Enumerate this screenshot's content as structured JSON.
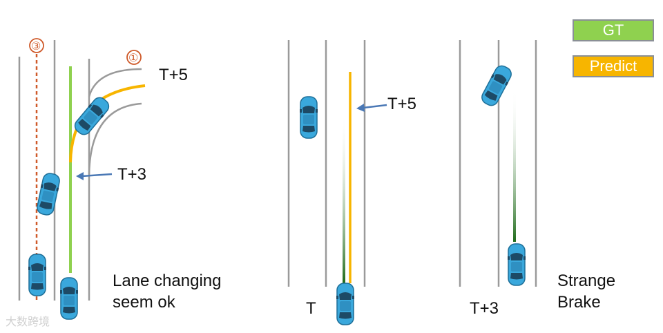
{
  "legend": {
    "gt_label": "GT",
    "gt_color": "#8fd14f",
    "predict_label": "Predict",
    "predict_color": "#f7b500"
  },
  "colors": {
    "lane_line": "#9a9a9a",
    "route_dash": "#cf5a2a",
    "arrow": "#4a78b5",
    "gt_dark": "#1f6b1a",
    "car_body": "#3aa8dc",
    "car_window": "#1d4a66"
  },
  "scenarios": [
    {
      "route_markers": [
        "③",
        "①"
      ],
      "time_labels": [
        "T+5",
        "T+3"
      ],
      "caption_line1": "Lane changing",
      "caption_line2": "seem ok"
    },
    {
      "time_labels": [
        "T+5",
        "T"
      ]
    },
    {
      "time_labels": [
        "T+3"
      ],
      "caption_line1": "Strange",
      "caption_line2": "Brake"
    }
  ],
  "watermark": "大数跨境"
}
